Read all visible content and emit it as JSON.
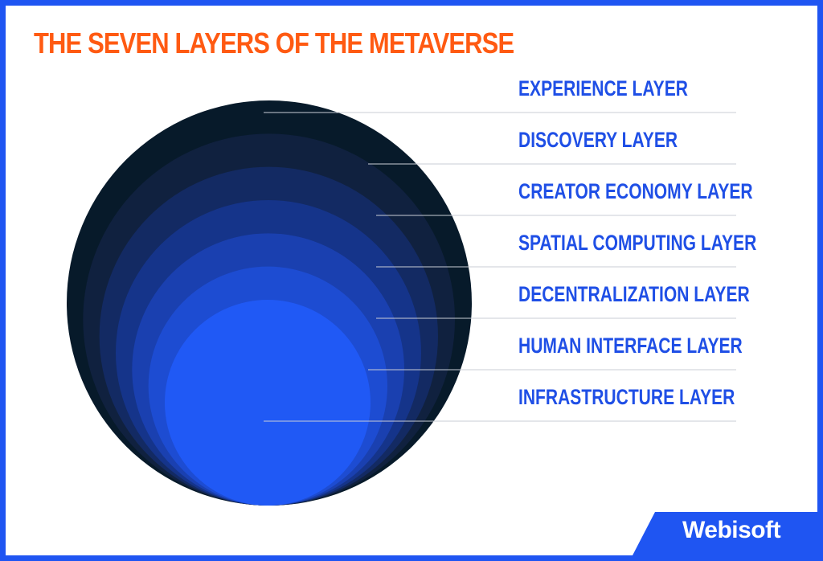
{
  "title": "THE SEVEN LAYERS OF THE METAVERSE",
  "layers": [
    {
      "label": "EXPERIENCE LAYER",
      "color": "#071a2a"
    },
    {
      "label": "DISCOVERY LAYER",
      "color": "#10213f"
    },
    {
      "label": "CREATOR ECONOMY LAYER",
      "color": "#132a63"
    },
    {
      "label": "SPATIAL COMPUTING LAYER",
      "color": "#15348a"
    },
    {
      "label": "DECENTRALIZATION LAYER",
      "color": "#1a40b0"
    },
    {
      "label": "HUMAN INTERFACE LAYER",
      "color": "#1d4cd2"
    },
    {
      "label": "INFRASTRUCTURE LAYER",
      "color": "#2059f5"
    }
  ],
  "colors": {
    "title": "#ff5a12",
    "label": "#1f4fe6",
    "border": "#1f55f2",
    "connector": "#c9cdd6"
  },
  "brand": {
    "name": "Webisoft",
    "color": "#1f55f2"
  }
}
